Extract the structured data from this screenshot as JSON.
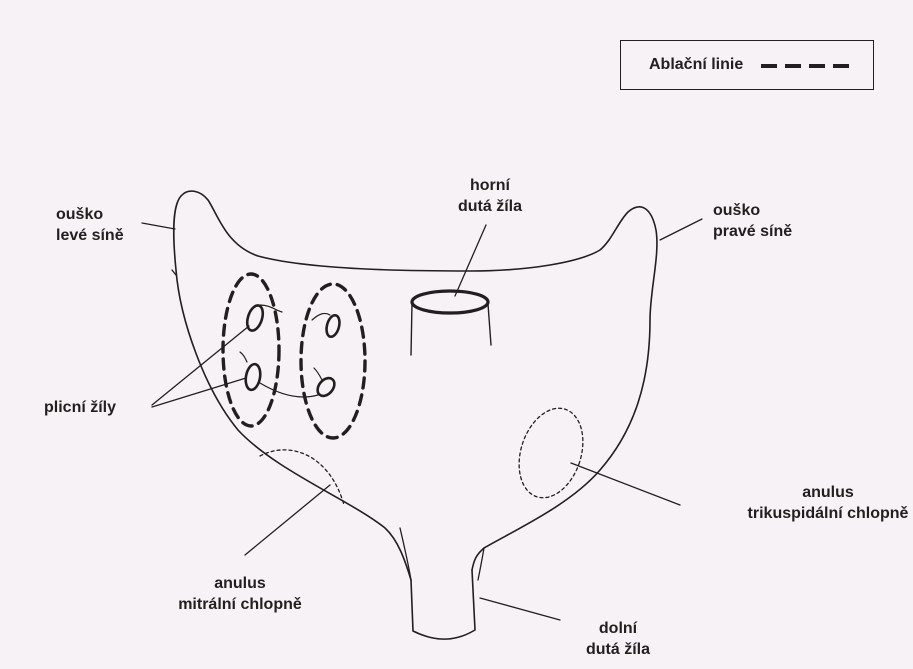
{
  "legend": {
    "label": "Ablační linie",
    "line_style": "dashed",
    "line_color": "#231f20"
  },
  "labels": {
    "left_appendage_line1": "ouško",
    "left_appendage_line2": "levé síně",
    "right_appendage_line1": "ouško",
    "right_appendage_line2": "pravé síně",
    "superior_vena_cava_line1": "horní",
    "superior_vena_cava_line2": "dutá žíla",
    "pulmonary_veins": "plicní žíly",
    "tricuspid_annulus_line1": "anulus",
    "tricuspid_annulus_line2": "trikuspidální chlopně",
    "mitral_annulus_line1": "anulus",
    "mitral_annulus_line2": "mitrální chlopně",
    "inferior_vena_cava_line1": "dolní",
    "inferior_vena_cava_line2": "dutá žíla"
  },
  "colors": {
    "background": "#f7f2f5",
    "ink": "#231f20"
  }
}
